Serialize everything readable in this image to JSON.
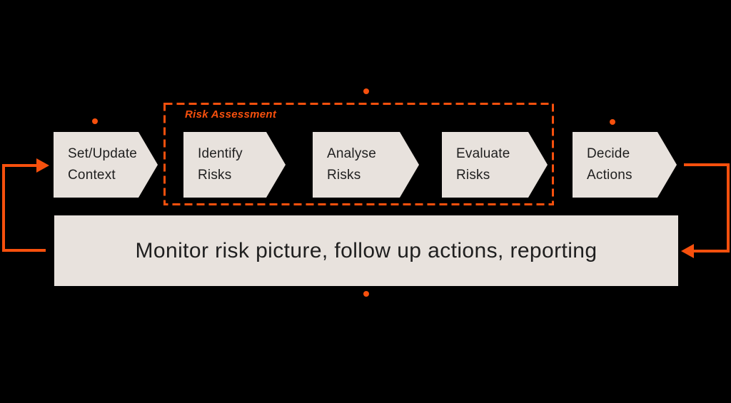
{
  "diagram": {
    "group_label": "Risk Assessment",
    "steps": [
      {
        "id": "set-update-context",
        "label": "Set/Update\nContext"
      },
      {
        "id": "identify-risks",
        "label": "Identify\nRisks"
      },
      {
        "id": "analyse-risks",
        "label": "Analyse\nRisks"
      },
      {
        "id": "evaluate-risks",
        "label": "Evaluate\nRisks"
      },
      {
        "id": "decide-actions",
        "label": "Decide\nActions"
      }
    ],
    "monitor_label": "Monitor risk picture, follow up actions, reporting",
    "colors": {
      "background": "#000000",
      "step_fill": "#E8E2DD",
      "step_text": "#1F1F1F",
      "accent_orange": "#F7500D"
    }
  }
}
